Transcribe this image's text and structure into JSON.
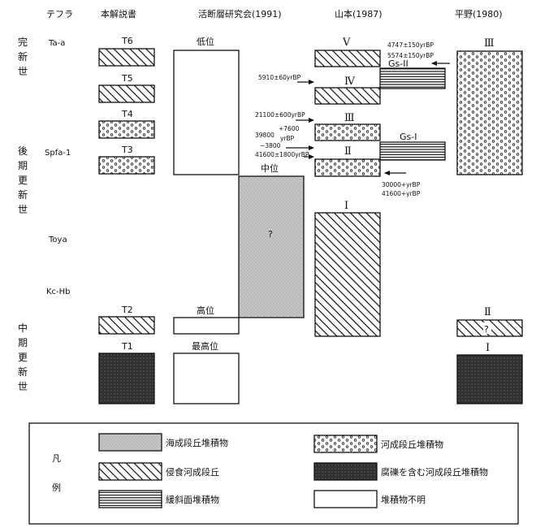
{
  "headers": {
    "tephra": "テフラ",
    "this_book": "本解説書",
    "katsudanso": "活断層研究会(1991)",
    "yamamoto": "山本(1987)",
    "hirano": "平野(1980)"
  },
  "eras": {
    "holocene": [
      "完",
      "新",
      "世"
    ],
    "late_pleistocene": [
      "後",
      "期",
      "更",
      "新",
      "世"
    ],
    "middle_pleistocene": [
      "中",
      "期",
      "更",
      "新",
      "世"
    ]
  },
  "tephras": [
    "Ta-a",
    "Spfa-1",
    "Toya",
    "Kc-Hb"
  ],
  "this_book_labels": {
    "T6": "T6",
    "T5": "T5",
    "T4": "T4",
    "T3": "T3",
    "T2": "T2",
    "T1": "T1"
  },
  "katsudanso_labels": {
    "low": "低位",
    "middle": "中位",
    "high": "高位",
    "highest": "最高位",
    "unknown": "?"
  },
  "yamamoto_labels": {
    "V": "V",
    "IV": "Ⅳ",
    "III": "Ⅲ",
    "II": "Ⅱ",
    "I": "I",
    "gs2": "Gs-II",
    "gs1": "Gs-I"
  },
  "yamamoto_dates": {
    "d1": "4747±150yrBP",
    "d2": "5574±150yrBP",
    "d3": "5910±60yrBP",
    "d4": "21100±600yrBP",
    "d5a": "+7600",
    "d5b": "39800",
    "d5c": "yrBP",
    "d5d": "−3800",
    "d6": "41600±1800yrBP",
    "d7": "30000+yrBP",
    "d8": "41600+yrBP"
  },
  "hirano_labels": {
    "III": "Ⅲ",
    "II": "Ⅱ",
    "I": "I",
    "unknown": "?"
  },
  "legend": {
    "title": [
      "凡",
      "例"
    ],
    "items": {
      "marine": "海成段丘堆積物",
      "fluvial": "河成段丘堆積物",
      "erosional": "侵食河成段丘",
      "gravel": "腐礫を含む河成段丘堆積物",
      "gentle": "緩斜面堆積物",
      "unknown": "堆積物不明"
    }
  },
  "colors": {
    "marine": "#c4c4c4",
    "gravel": "#2e2e2e",
    "line": "#111111"
  }
}
